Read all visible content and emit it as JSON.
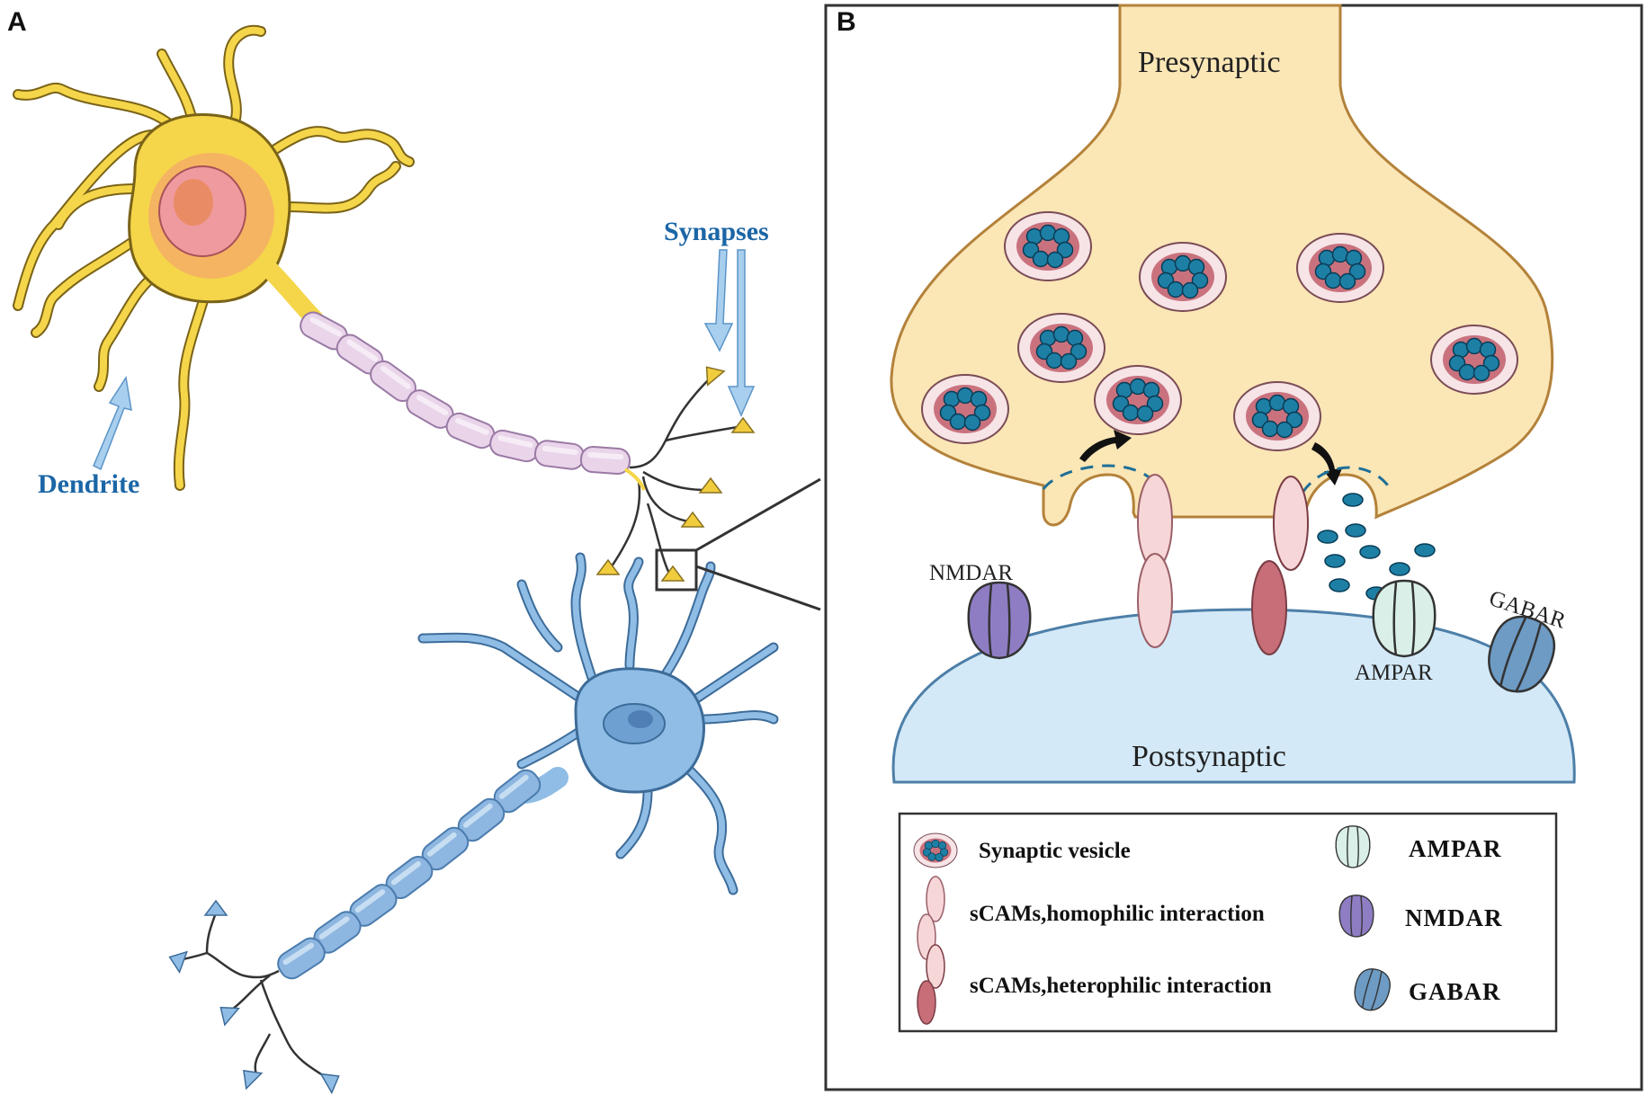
{
  "panels": {
    "a": "A",
    "b": "B"
  },
  "panel_a": {
    "synapses_label": "Synapses",
    "dendrite_label": "Dendrite"
  },
  "panel_b": {
    "presynaptic_label": "Presynaptic",
    "postsynaptic_label": "Postsynaptic",
    "receptors": {
      "nmdar": "NMDAR",
      "ampar": "AMPAR",
      "gabar": "GABAR"
    }
  },
  "legend": {
    "vesicle": "Synaptic vesicle",
    "homophilic": "sCAMs,homophilic interaction",
    "heterophilic": "sCAMs,heterophilic interaction",
    "ampar": "AMPAR",
    "nmdar": "NMDAR",
    "gabar": "GABAR"
  },
  "colors": {
    "presynaptic_fill": "#fbe6b6",
    "postsynaptic_fill": "#d3e9f7",
    "neuron_yellow": "#f5d64a",
    "neuron_blue": "#8fbde6",
    "myelin_pink": "#e8d3ea",
    "myelin_blue": "#8db6e0",
    "vesicle_core": "#1e7fa5",
    "scam_light": "#f7d6d8",
    "scam_dark": "#c76e78",
    "nmdar": "#8f7dc4",
    "ampar": "#d9efe8",
    "gabar": "#6d9bc4",
    "label_blue": "#1b66a6"
  },
  "icons": [
    "synaptic-vesicle-icon",
    "scam-light-icon",
    "scam-dark-icon",
    "ampar-icon",
    "nmdar-icon",
    "gabar-icon",
    "arrow-icon"
  ]
}
